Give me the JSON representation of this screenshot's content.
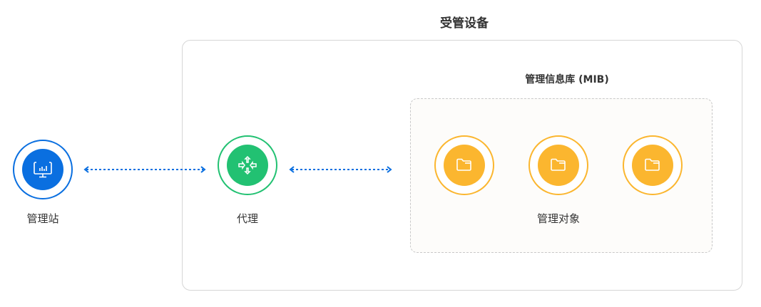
{
  "title": "受管设备",
  "mib_title": "管理信息库 (MIB)",
  "nodes": {
    "manager": {
      "label": "管理站",
      "icon": "monitor-chart-icon",
      "color": "#0a6fe0"
    },
    "agent": {
      "label": "代理",
      "icon": "router-arrows-icon",
      "color": "#22c172"
    },
    "objects": {
      "label": "管理对象",
      "icon": "folder-icon",
      "color": "#fbb62f"
    }
  },
  "arrow_color": "#0a6fe0"
}
